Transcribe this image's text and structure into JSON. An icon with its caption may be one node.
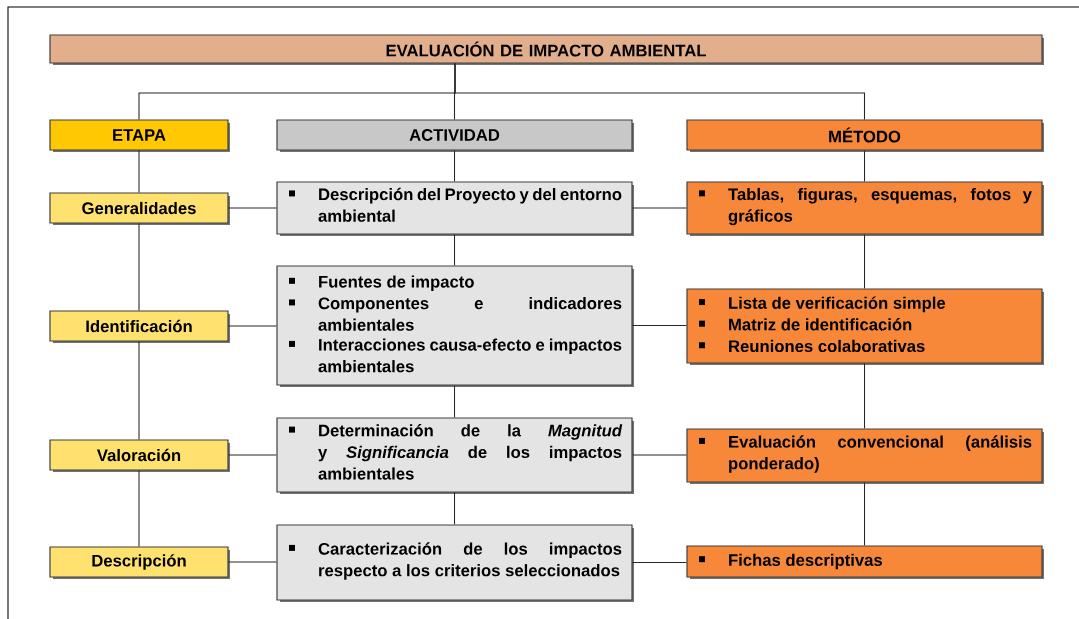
{
  "diagram": {
    "nodes": [
      {
        "text": [
          "EVALUACIÓN DE IMPACTO AMBIENTAL"
        ]
      },
      {
        "text": [
          "ETAPA"
        ]
      },
      {
        "text": [
          "ACTIVIDAD"
        ]
      },
      {
        "text": [
          "MÉTODO"
        ]
      },
      {
        "text": [
          "Generalidades"
        ]
      },
      {
        "text": [
          "Descripción del Proyecto y del entorno ambiental"
        ]
      },
      {
        "text": [
          "Tablas, figuras, esquemas, fotos y gráficos"
        ]
      },
      {
        "text": [
          "Identificación"
        ]
      },
      {
        "text": [
          "Fuentes de impacto",
          "Componentes e indicadores ambientales",
          "Interacciones causa-efecto e impactos ambientales"
        ]
      },
      {
        "text": [
          "Lista de verificación simple",
          "Matriz de identificación",
          "Reuniones colaborativas"
        ]
      },
      {
        "text": [
          "Valoración"
        ]
      },
      {
        "text": [
          "Determinación de la *Magnitud* y *Significancia* de los impactos ambientales"
        ]
      },
      {
        "text": [
          "Evaluación convencional (análisis ponderado)"
        ]
      },
      {
        "text": [
          "Descripción"
        ]
      },
      {
        "text": [
          "Caracterización de los impactos respecto a los criterios seleccionados"
        ]
      },
      {
        "text": [
          "Fichas descriptivas"
        ]
      }
    ],
    "edges": [
      {
        "from": 0,
        "to": 1,
        "arrow": "none"
      },
      {
        "from": 0,
        "to": 2,
        "arrow": "none"
      },
      {
        "from": 0,
        "to": 3,
        "arrow": "none"
      },
      {
        "from": 1,
        "to": 4,
        "arrow": "none"
      },
      {
        "from": 4,
        "to": 7,
        "arrow": "none"
      },
      {
        "from": 7,
        "to": 10,
        "arrow": "none"
      },
      {
        "from": 10,
        "to": 13,
        "arrow": "none"
      },
      {
        "from": 2,
        "to": 5,
        "arrow": "none"
      },
      {
        "from": 5,
        "to": 8,
        "arrow": "none"
      },
      {
        "from": 8,
        "to": 11,
        "arrow": "none"
      },
      {
        "from": 11,
        "to": 14,
        "arrow": "none"
      },
      {
        "from": 3,
        "to": 6,
        "arrow": "none"
      },
      {
        "from": 6,
        "to": 9,
        "arrow": "none"
      },
      {
        "from": 9,
        "to": 12,
        "arrow": "none"
      },
      {
        "from": 12,
        "to": 15,
        "arrow": "none"
      },
      {
        "from": 4,
        "to": 5,
        "arrow": "none"
      },
      {
        "from": 5,
        "to": 6,
        "arrow": "none"
      },
      {
        "from": 7,
        "to": 8,
        "arrow": "none"
      },
      {
        "from": 8,
        "to": 9,
        "arrow": "none"
      },
      {
        "from": 10,
        "to": 11,
        "arrow": "none"
      },
      {
        "from": 11,
        "to": 12,
        "arrow": "none"
      },
      {
        "from": 13,
        "to": 14,
        "arrow": "none"
      },
      {
        "from": 14,
        "to": 15,
        "arrow": "none"
      }
    ]
  }
}
